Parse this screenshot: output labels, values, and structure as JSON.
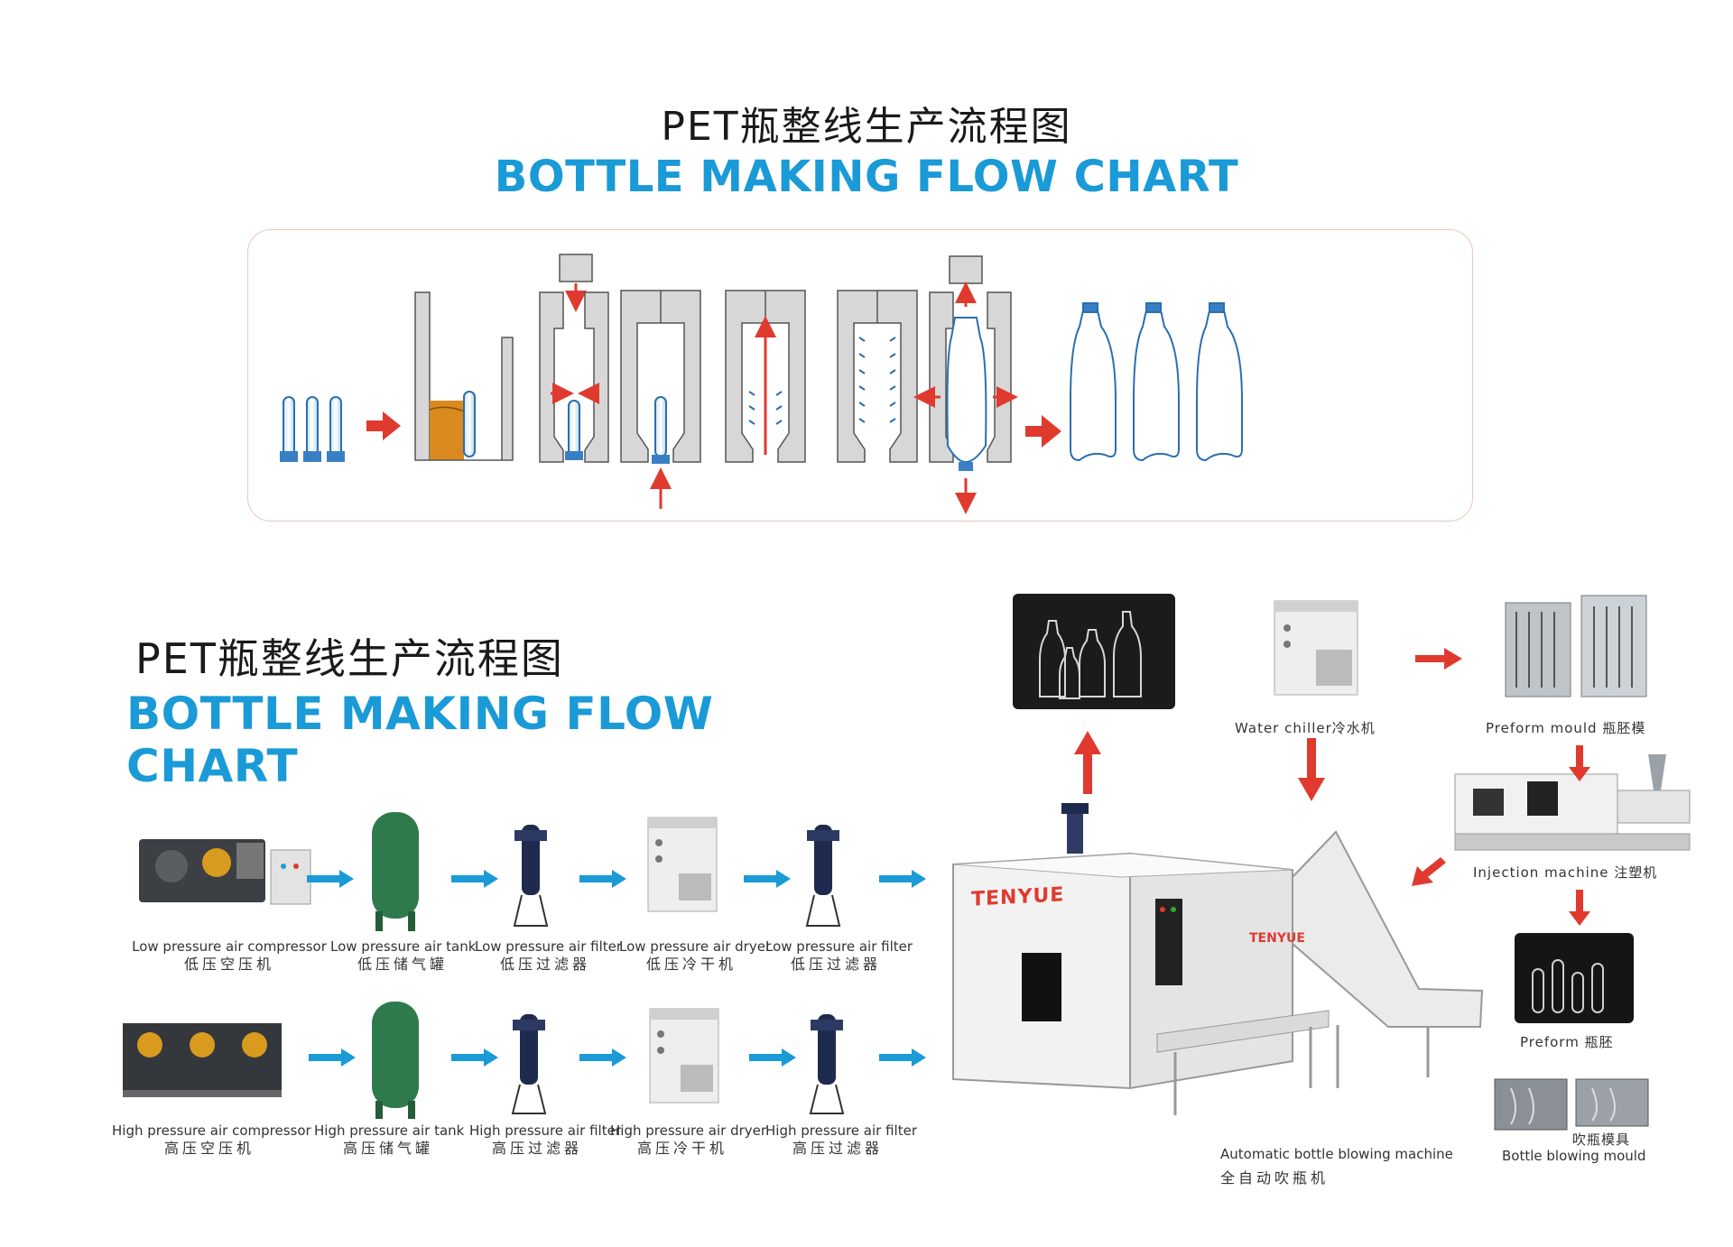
{
  "top": {
    "title_cn": "PET瓶整线生产流程图",
    "title_en": "BOTTLE MAKING FLOW CHART"
  },
  "second": {
    "title_cn": "PET瓶整线生产流程图",
    "title_en": "BOTTLE MAKING FLOW CHART"
  },
  "low_row": [
    {
      "en": "Low pressure air compressor",
      "cn": "低压空压机"
    },
    {
      "en": "Low pressure air tank",
      "cn": "低压储气罐"
    },
    {
      "en": "Low pressure air filter",
      "cn": "低压过滤器"
    },
    {
      "en": "Low pressure air dryer",
      "cn": "低压冷干机"
    },
    {
      "en": "Low pressure air filter",
      "cn": "低压过滤器"
    }
  ],
  "high_row": [
    {
      "en": "High pressure air compressor",
      "cn": "高压空压机"
    },
    {
      "en": "High pressure air tank",
      "cn": "高压储气罐"
    },
    {
      "en": "High pressure air filter",
      "cn": "高压过滤器"
    },
    {
      "en": "High pressure air dryer",
      "cn": "高压冷干机"
    },
    {
      "en": "High pressure air filter",
      "cn": "高压过滤器"
    }
  ],
  "right": {
    "water_chiller": "Water chiller冷水机",
    "preform_mould": "Preform mould 瓶胚模",
    "injection_machine": "Injection machine 注塑机",
    "preform": "Preform 瓶胚",
    "blow_mould_cn": "吹瓶模具",
    "blow_mould_en": "Bottle blowing mould",
    "blower_en": "Automatic bottle blowing machine",
    "blower_cn": "全自动吹瓶机",
    "brand": "TENYUE"
  },
  "colors": {
    "accent_blue": "#1a9ad6",
    "arrow_red": "#e03a2f",
    "panel_border": "#e9c9b8",
    "amber": "#d98a1e"
  }
}
